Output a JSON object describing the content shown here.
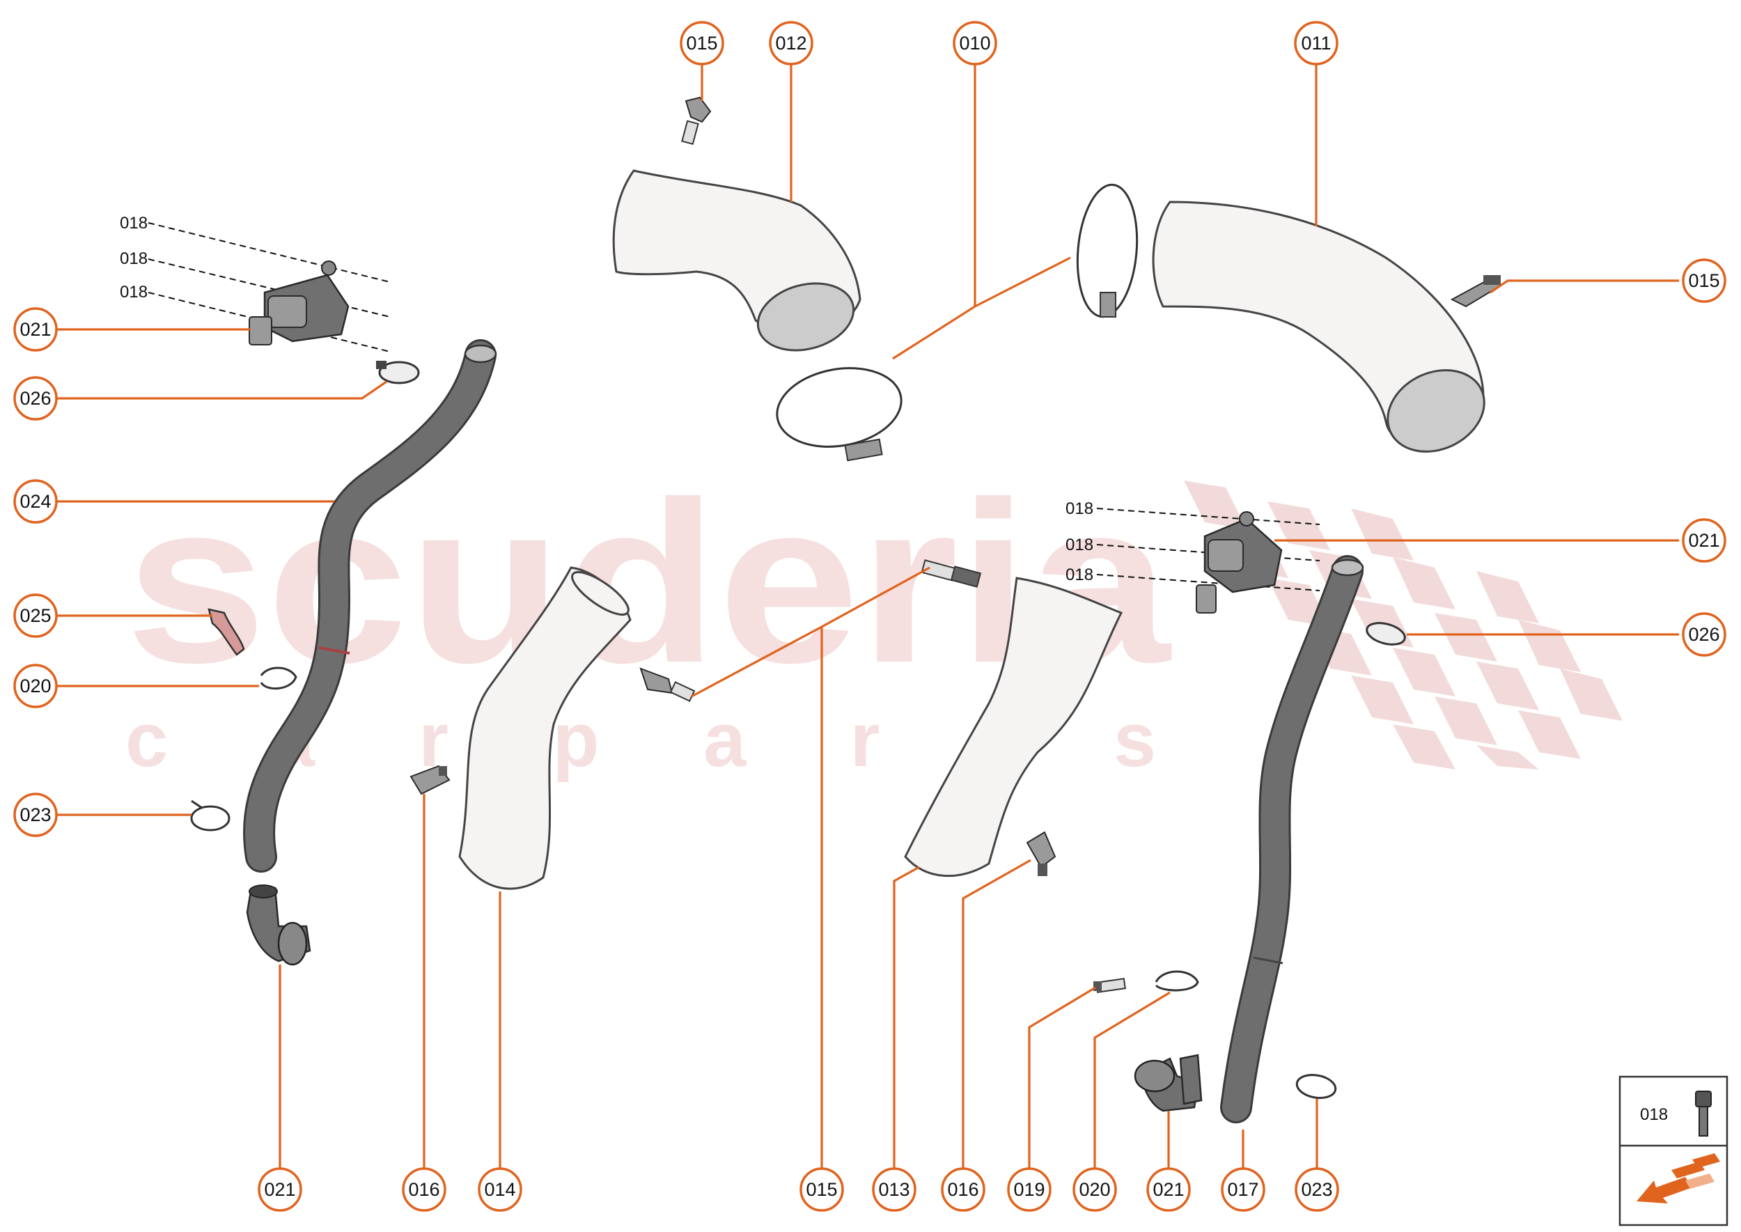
{
  "watermark": {
    "brand": "scuderia",
    "sub": "c a r p a r t s"
  },
  "callouts": [
    {
      "id": "c-015-top",
      "label": "015"
    },
    {
      "id": "c-012",
      "label": "012"
    },
    {
      "id": "c-010",
      "label": "010"
    },
    {
      "id": "c-011",
      "label": "011"
    },
    {
      "id": "c-015-right",
      "label": "015"
    },
    {
      "id": "c-021-left",
      "label": "021"
    },
    {
      "id": "c-026-left",
      "label": "026"
    },
    {
      "id": "c-024",
      "label": "024"
    },
    {
      "id": "c-025",
      "label": "025"
    },
    {
      "id": "c-020-left",
      "label": "020"
    },
    {
      "id": "c-023-left",
      "label": "023"
    },
    {
      "id": "c-021-right",
      "label": "021"
    },
    {
      "id": "c-026-right",
      "label": "026"
    },
    {
      "id": "c-021-bottom-left",
      "label": "021"
    },
    {
      "id": "c-016-bottom-left",
      "label": "016"
    },
    {
      "id": "c-014",
      "label": "014"
    },
    {
      "id": "c-015-bottom",
      "label": "015"
    },
    {
      "id": "c-013",
      "label": "013"
    },
    {
      "id": "c-016-bottom-right",
      "label": "016"
    },
    {
      "id": "c-019",
      "label": "019"
    },
    {
      "id": "c-020-bottom",
      "label": "020"
    },
    {
      "id": "c-021-bottom-right",
      "label": "021"
    },
    {
      "id": "c-017",
      "label": "017"
    },
    {
      "id": "c-023-bottom",
      "label": "023"
    }
  ],
  "screw_labels": {
    "left": [
      "018",
      "018",
      "018"
    ],
    "right": [
      "018",
      "018",
      "018"
    ]
  },
  "legend_box": {
    "label": "018"
  },
  "colors": {
    "accent": "#e0631e",
    "watermark": "#f4d5d5"
  }
}
